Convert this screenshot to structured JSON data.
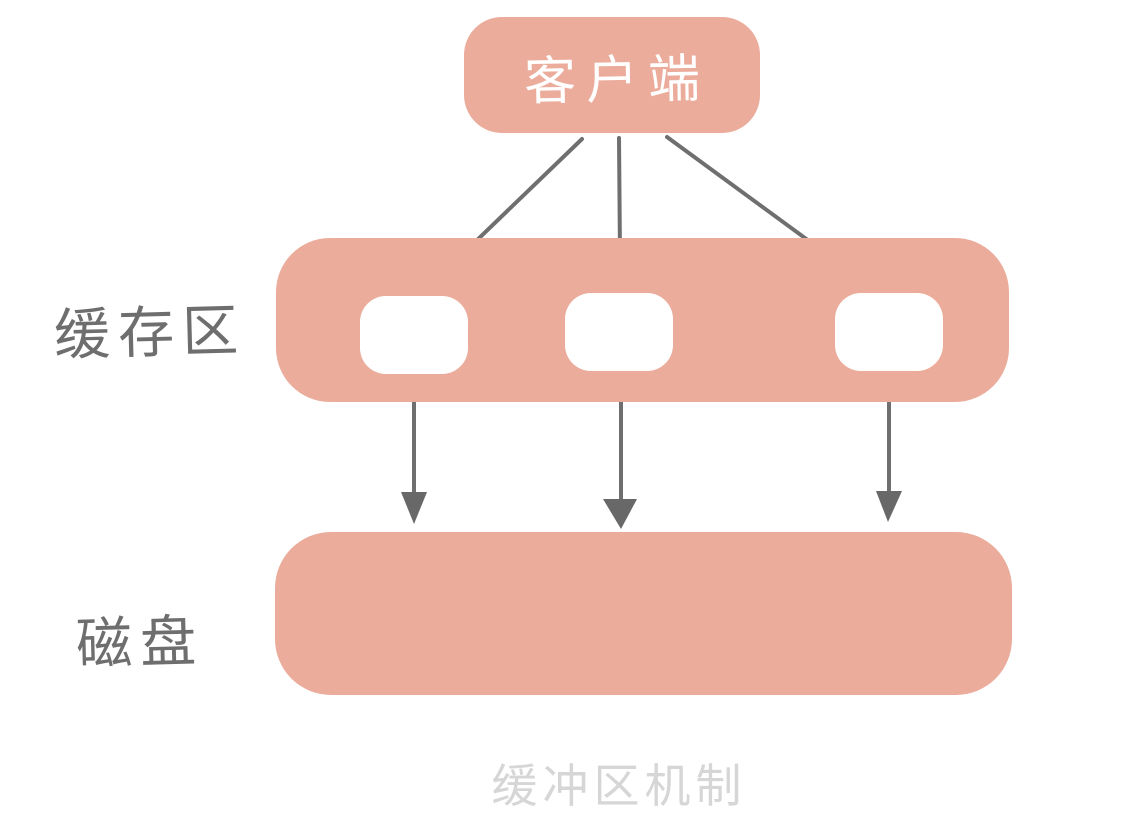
{
  "diagram": {
    "caption": "缓冲区机制",
    "client": {
      "label": "客户端"
    },
    "buffer_band": {
      "label": "缓存区",
      "slot_count": 3
    },
    "disk_band": {
      "label": "磁盘"
    },
    "arrows": {
      "from_client_to_buffer_slots": 3,
      "from_buffer_slots_to_disk": 3
    },
    "colors": {
      "node_fill": "#EBAC9B",
      "node_text": "#FFFFFF",
      "slot_fill": "#FFFFFF",
      "arrow_stroke": "#6F6F6F",
      "arrow_head_fill": "#686868",
      "side_label_text": "#6E6E6E",
      "caption_text": "#D6D6D6",
      "background": "#FFFFFF"
    }
  }
}
